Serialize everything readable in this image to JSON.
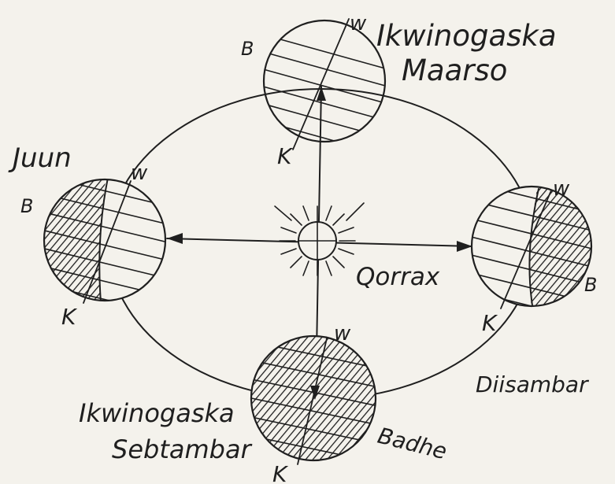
{
  "labels": {
    "march_line1": "Ikwinogaska",
    "march_line2": "Maarso",
    "june": "Juun",
    "december": "Diisambar",
    "sun": "Qorrax",
    "sept_line1": "Ikwinogaska",
    "sept_line2": "Sebtambar",
    "badhe": "Badhe"
  },
  "pole_labels": {
    "top_w": "w",
    "top_b": "B",
    "top_k": "K",
    "left_w": "w",
    "left_b": "B",
    "left_k": "K",
    "right_w": "w",
    "right_b": "B",
    "right_k": "K",
    "bottom_w": "w",
    "bottom_k": "K"
  },
  "colors": {
    "ink": "#1f1f1f",
    "paper": "#f4f2ec"
  }
}
